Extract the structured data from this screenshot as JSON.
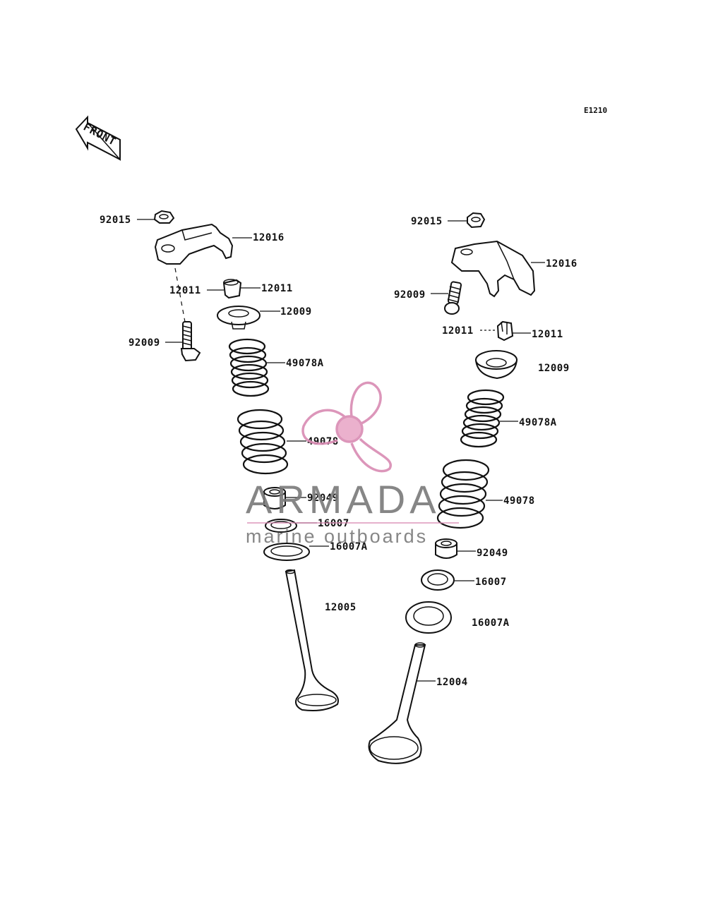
{
  "diagram_code": "E1210",
  "front_label": "FRONT",
  "watermark": {
    "brand": "ARMADA",
    "tagline": "marine outboards",
    "pink": "#d98bb3"
  },
  "left_assembly": {
    "nut": "92015",
    "rocker_arm": "12016",
    "tappet_pin_left": "12011",
    "tappet_pin_right": "12011",
    "retainer": "12009",
    "adjust_screw": "92009",
    "inner_spring": "49078A",
    "outer_spring": "49078",
    "oil_seal": "92049",
    "spring_seat": "16007",
    "spring_seat_lower": "16007A",
    "valve": "12005"
  },
  "right_assembly": {
    "nut": "92015",
    "rocker_arm": "12016",
    "adjust_screw": "92009",
    "tappet_pin_left": "12011",
    "tappet_pin_right": "12011",
    "retainer": "12009",
    "inner_spring": "49078A",
    "outer_spring": "49078",
    "oil_seal": "92049",
    "spring_seat": "16007",
    "spring_seat_lower": "16007A",
    "valve": "12004"
  }
}
